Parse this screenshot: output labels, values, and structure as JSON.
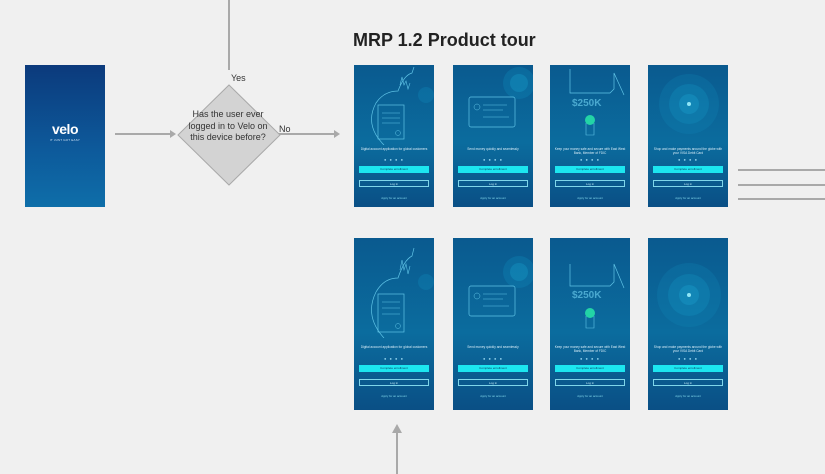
{
  "title": "MRP 1.2 Product tour",
  "splash": {
    "logo": "velo",
    "tagline": "IT JUST GOT EASY"
  },
  "decision": {
    "question": "Has the user ever logged in to Velo on this device before?",
    "yes_label": "Yes",
    "no_label": "No"
  },
  "screens": [
    {
      "caption": "Digital account application for global customers",
      "primary": "Complete enrollment",
      "secondary": "Log in",
      "link": "Apply for an account"
    },
    {
      "caption": "Send money quickly and seamlessly",
      "primary": "Complete enrollment",
      "secondary": "Log in",
      "link": "Apply for an account"
    },
    {
      "caption": "Keep your money safe and secure with East West Bank, Member of FDIC",
      "primary": "Complete enrollment",
      "secondary": "Log in",
      "link": "Apply for an account"
    },
    {
      "caption": "Shop and make payments around the globe with your VISA Debit Card",
      "primary": "Complete enrollment",
      "secondary": "Log in",
      "link": "Apply for an account"
    }
  ],
  "vault_amount": "$250K",
  "colors": {
    "screen_bg": "#0b6c9e",
    "button_cyan": "#1ce6f0",
    "connector": "#a9a9a9",
    "splash_bg": "#0c3a7c"
  }
}
